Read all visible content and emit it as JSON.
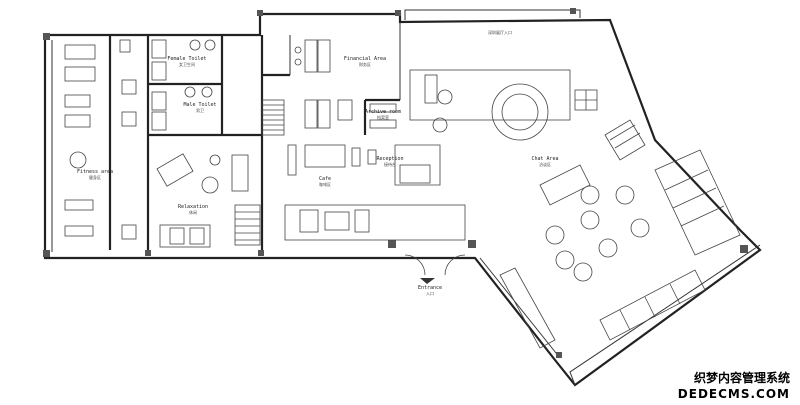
{
  "rooms": {
    "female_toilet": {
      "en": "Female Toilet",
      "cn": "女卫生间"
    },
    "male_toilet": {
      "en": "Male Toilet",
      "cn": "男卫"
    },
    "financial": {
      "en": "Financial Area",
      "cn": "财务区"
    },
    "archive": {
      "en": "Archive room",
      "cn": "档案室"
    },
    "fitness": {
      "en": "Fitness area",
      "cn": "健身区"
    },
    "relaxation": {
      "en": "Relaxation",
      "cn": "休闲"
    },
    "cafe": {
      "en": "Cafe",
      "cn": "咖啡区"
    },
    "reception": {
      "en": "Reception",
      "cn": "接待台"
    },
    "chat": {
      "en": "Chat Area",
      "cn": "洽谈区"
    },
    "entrance": {
      "en": "Entrance",
      "cn": "入口"
    },
    "top_note": {
      "cn": "深圳展厅入口"
    }
  },
  "watermark": {
    "cn": "织梦内容管理系统",
    "en": "DEDECMS.COM"
  }
}
